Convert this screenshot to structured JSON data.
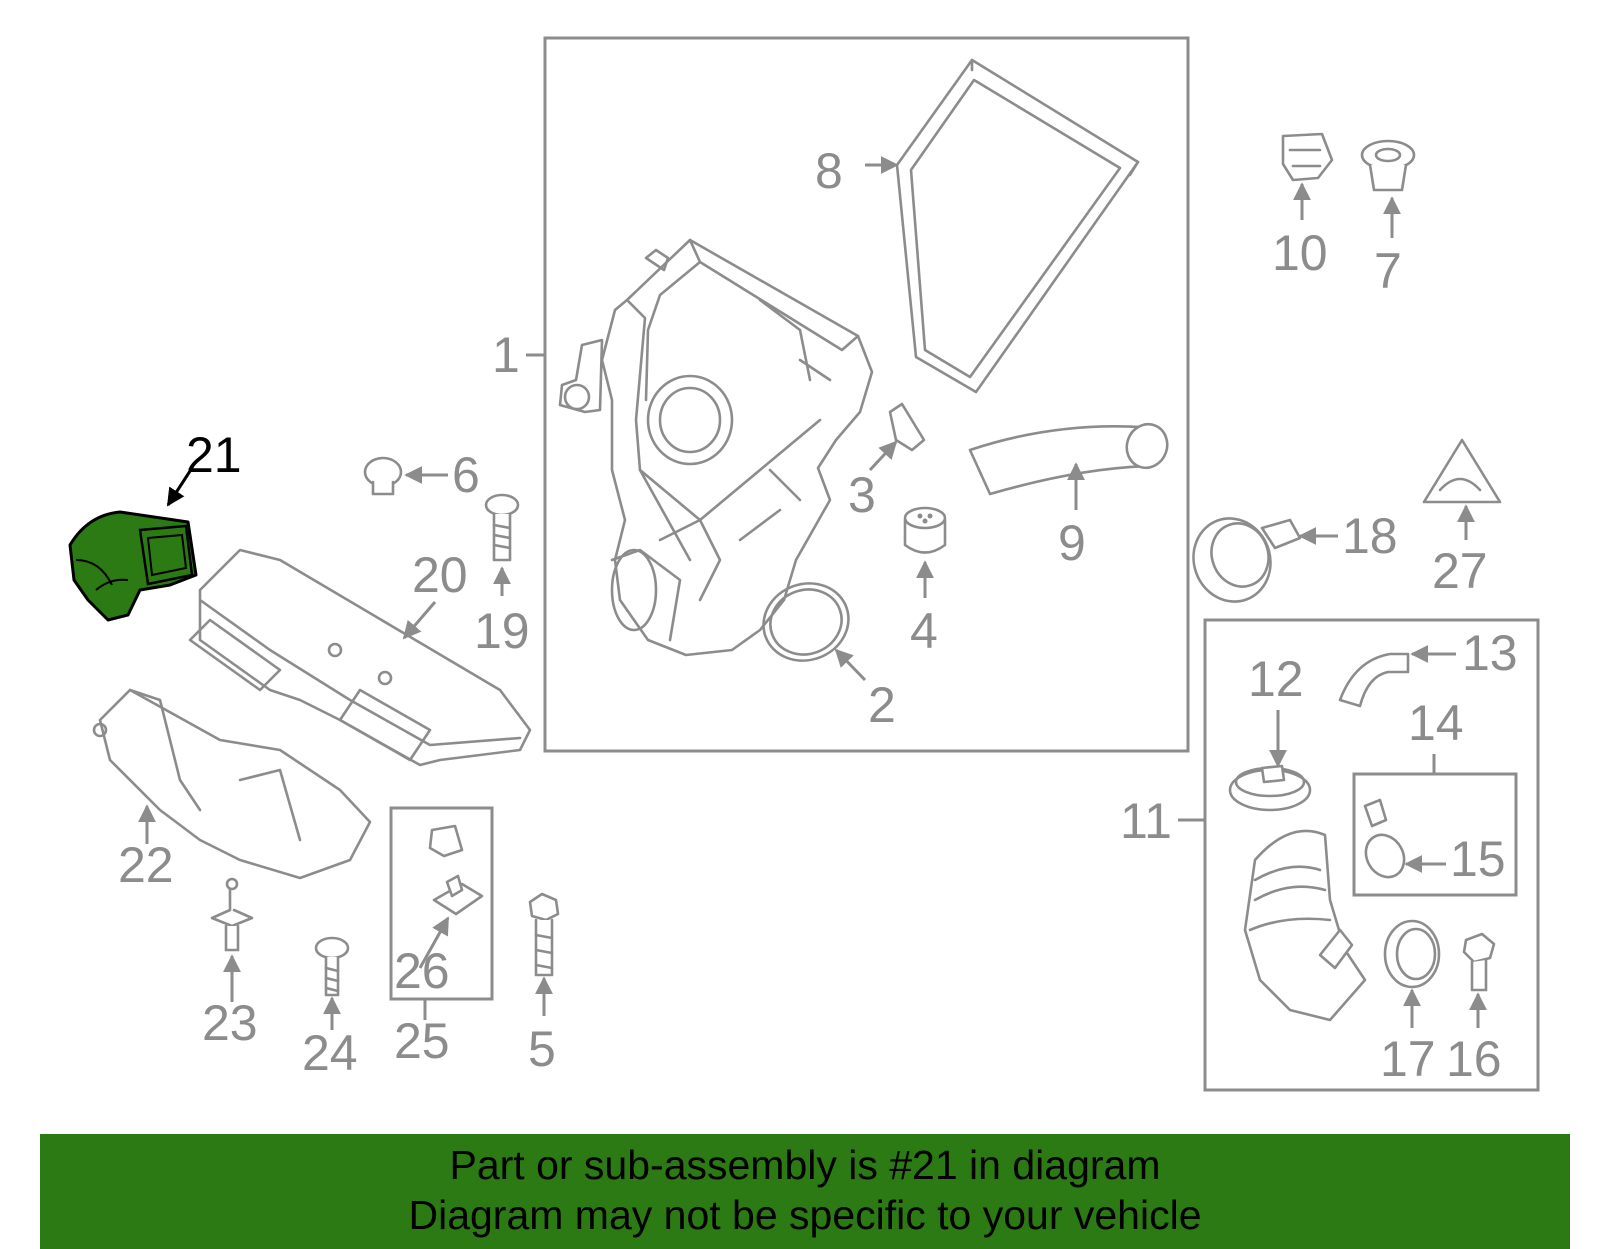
{
  "callouts": [
    {
      "id": "1",
      "label": "1"
    },
    {
      "id": "2",
      "label": "2"
    },
    {
      "id": "3",
      "label": "3"
    },
    {
      "id": "4",
      "label": "4"
    },
    {
      "id": "5",
      "label": "5"
    },
    {
      "id": "6",
      "label": "6"
    },
    {
      "id": "7",
      "label": "7"
    },
    {
      "id": "8",
      "label": "8"
    },
    {
      "id": "9",
      "label": "9"
    },
    {
      "id": "10",
      "label": "10"
    },
    {
      "id": "11",
      "label": "11"
    },
    {
      "id": "12",
      "label": "12"
    },
    {
      "id": "13",
      "label": "13"
    },
    {
      "id": "14",
      "label": "14"
    },
    {
      "id": "15",
      "label": "15"
    },
    {
      "id": "16",
      "label": "16"
    },
    {
      "id": "17",
      "label": "17"
    },
    {
      "id": "18",
      "label": "18"
    },
    {
      "id": "19",
      "label": "19"
    },
    {
      "id": "20",
      "label": "20"
    },
    {
      "id": "21",
      "label": "21",
      "highlighted": true
    },
    {
      "id": "22",
      "label": "22"
    },
    {
      "id": "23",
      "label": "23"
    },
    {
      "id": "24",
      "label": "24"
    },
    {
      "id": "25",
      "label": "25"
    },
    {
      "id": "26",
      "label": "26"
    },
    {
      "id": "27",
      "label": "27"
    }
  ],
  "highlight_color": "#2c7a13",
  "line_color": "#8c8c8c",
  "banner": {
    "line1": "Part or sub-assembly is #21 in diagram",
    "line2": "Diagram may not be specific to your vehicle"
  }
}
